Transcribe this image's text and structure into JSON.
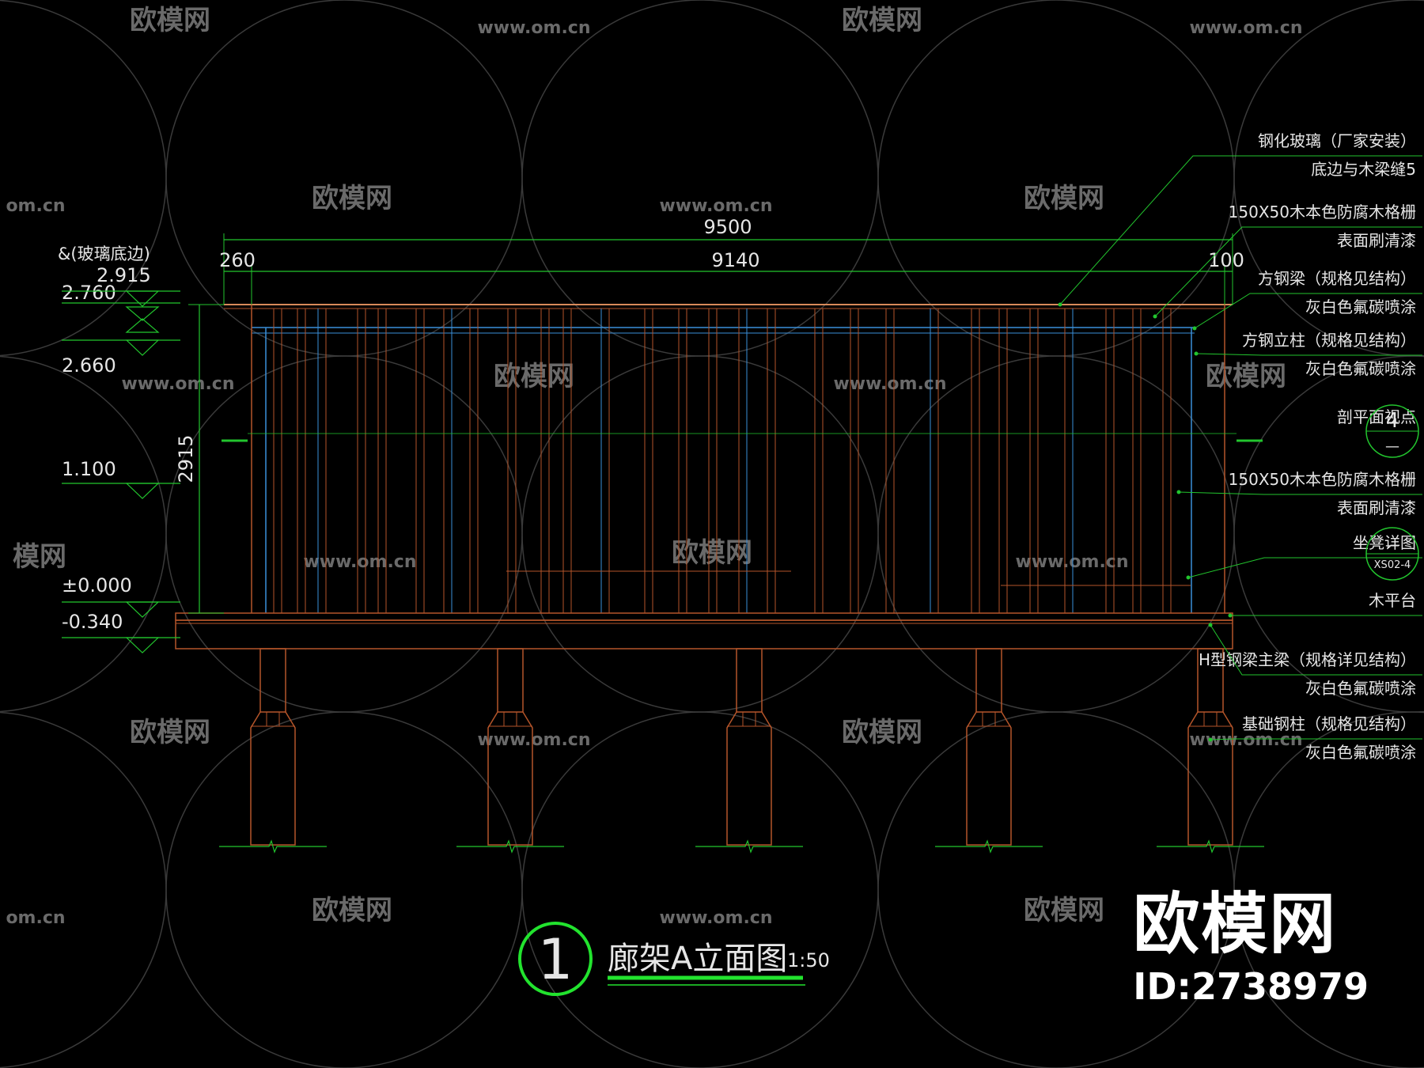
{
  "watermark": {
    "logo_text": "欧模网",
    "url_text": "www.om.cn",
    "short_url": "om.cn",
    "cut_logo": "模网"
  },
  "brand": {
    "name": "欧模网",
    "id": "ID:2738979"
  },
  "title": {
    "number": "1",
    "text": "廊架A立面图",
    "scale": "1:50"
  },
  "dimensions": {
    "overall": "9500",
    "left": "260",
    "middle": "9140",
    "right": "100",
    "height": "2915"
  },
  "levels": {
    "note": "&(玻璃底边)",
    "items": [
      "2.915",
      "2.760",
      "2.660",
      "1.100",
      "±0.000",
      "-0.340"
    ]
  },
  "annotations": [
    {
      "line1": "钢化玻璃（厂家安装）",
      "line2": "底边与木梁缝5"
    },
    {
      "line1": "150X50木本色防腐木格栅",
      "line2": "表面刷清漆"
    },
    {
      "line1": "方钢梁（规格见结构）",
      "line2": "灰白色氟碳喷涂"
    },
    {
      "line1": "方钢立柱（规格见结构）",
      "line2": "灰白色氟碳喷涂"
    },
    {
      "line1": "剖平面视点",
      "line2": ""
    },
    {
      "line1": "150X50木本色防腐木格栅",
      "line2": "表面刷清漆"
    },
    {
      "line1": "坐凳详图",
      "line2": ""
    },
    {
      "line1": "木平台",
      "line2": ""
    },
    {
      "line1": "H型钢梁主梁（规格详见结构）",
      "line2": "灰白色氟碳喷涂"
    },
    {
      "line1": "基础钢柱（规格见结构）",
      "line2": "灰白色氟碳喷涂"
    }
  ],
  "symbols": {
    "section_top": "4",
    "section_bottom": "—",
    "detail_top": "—",
    "detail_bottom": "XS02-4"
  },
  "colors": {
    "background": "#000000",
    "dimension": "#22c52e",
    "timber": "#b4552a",
    "steel": "#3a8fd9",
    "text": "#e6e6e6",
    "watermark": "#6a6a6a"
  }
}
